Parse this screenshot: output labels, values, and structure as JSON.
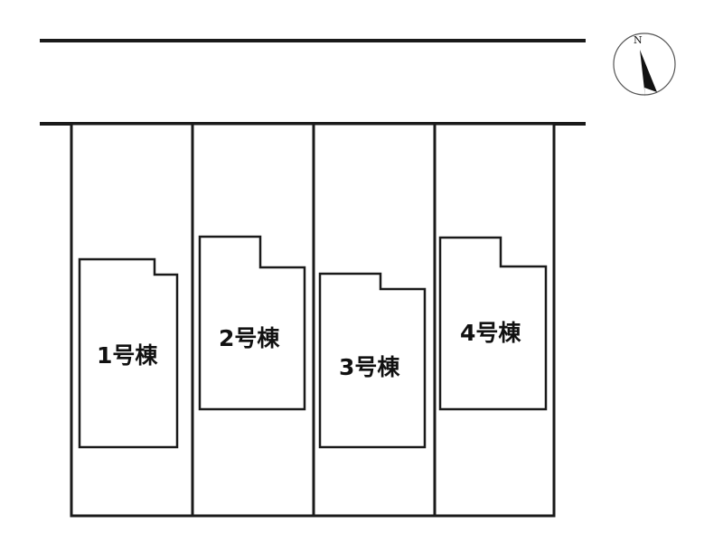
{
  "compass": {
    "north_label": "N",
    "needle_color": "#111111"
  },
  "road": {
    "line_color": "#1a1a1a"
  },
  "lots": [
    {
      "label": "1号棟"
    },
    {
      "label": "2号棟"
    },
    {
      "label": "3号棟"
    },
    {
      "label": "4号棟"
    }
  ]
}
